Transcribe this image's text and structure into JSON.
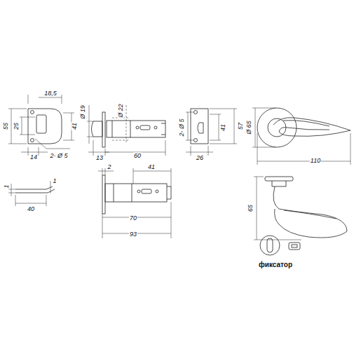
{
  "diagram": {
    "labels": [
      "18,5",
      "55",
      "25",
      "41",
      "14",
      "2- Ø 5",
      "Ø 19",
      "Ø 22",
      "13",
      "60",
      "2- Ø 5",
      "41",
      "57",
      "26",
      "Ø 65",
      "110",
      "65",
      "1",
      "1",
      "40",
      "2",
      "41",
      "70",
      "93",
      "фиксатор"
    ]
  }
}
